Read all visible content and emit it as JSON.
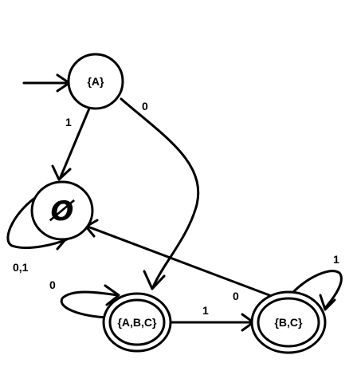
{
  "states": {
    "A": {
      "label": "{A}",
      "start": true,
      "accepting": false
    },
    "EMPTY": {
      "label": "Ø",
      "start": false,
      "accepting": false
    },
    "ABC": {
      "label": "{A,B,C}",
      "start": false,
      "accepting": true
    },
    "BC": {
      "label": "{B,C}",
      "start": false,
      "accepting": true
    }
  },
  "transitions": {
    "a_empty": {
      "from": "{A}",
      "to": "Ø",
      "symbol": "1"
    },
    "a_abc": {
      "from": "{A}",
      "to": "{A,B,C}",
      "symbol": "0"
    },
    "empty_self": {
      "from": "Ø",
      "to": "Ø",
      "symbol": "0,1"
    },
    "abc_self": {
      "from": "{A,B,C}",
      "to": "{A,B,C}",
      "symbol": "0"
    },
    "abc_bc": {
      "from": "{A,B,C}",
      "to": "{B,C}",
      "symbol": "1"
    },
    "bc_empty": {
      "from": "{B,C}",
      "to": "Ø",
      "symbol": "0"
    },
    "bc_self": {
      "from": "{B,C}",
      "to": "{B,C}",
      "symbol": "1"
    }
  }
}
